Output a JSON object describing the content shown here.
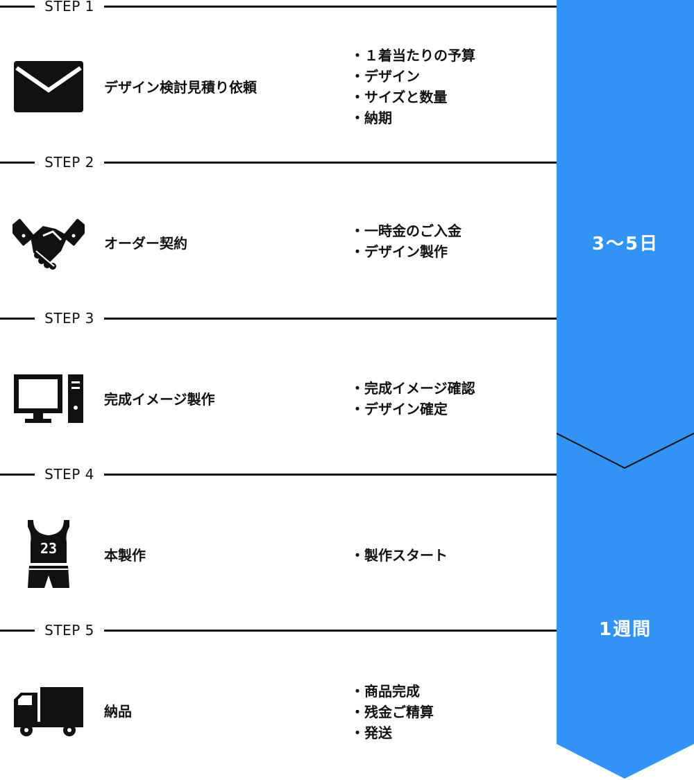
{
  "steps": [
    {
      "label": "STEP 1",
      "icon": "envelope-icon",
      "title": "デザイン検討見積り依頼",
      "details": [
        "１着当たりの予算",
        "デザイン",
        "サイズと数量",
        "納期"
      ]
    },
    {
      "label": "STEP 2",
      "icon": "handshake-icon",
      "title": "オーダー契約",
      "details": [
        "一時金のご入金",
        "デザイン製作"
      ]
    },
    {
      "label": "STEP 3",
      "icon": "computer-icon",
      "title": "完成イメージ製作",
      "details": [
        "完成イメージ確認",
        "デザイン確定"
      ]
    },
    {
      "label": "STEP 4",
      "icon": "basketball-jersey-icon",
      "title": "本製作",
      "details": [
        "製作スタート"
      ]
    },
    {
      "label": "STEP 5",
      "icon": "delivery-truck-icon",
      "title": "納品",
      "details": [
        "商品完成",
        "残金ご精算",
        "発送"
      ]
    }
  ],
  "bullet": "・",
  "jersey_number": "23",
  "phases": [
    {
      "label": "3～5日",
      "steps": "STEP 1 – STEP 3"
    },
    {
      "label": "1週間",
      "steps": "STEP 4 – STEP 5"
    }
  ],
  "colors": {
    "accent": "#3393f4",
    "line": "#111111",
    "text": "#111111",
    "phase_text": "#ffffff"
  }
}
